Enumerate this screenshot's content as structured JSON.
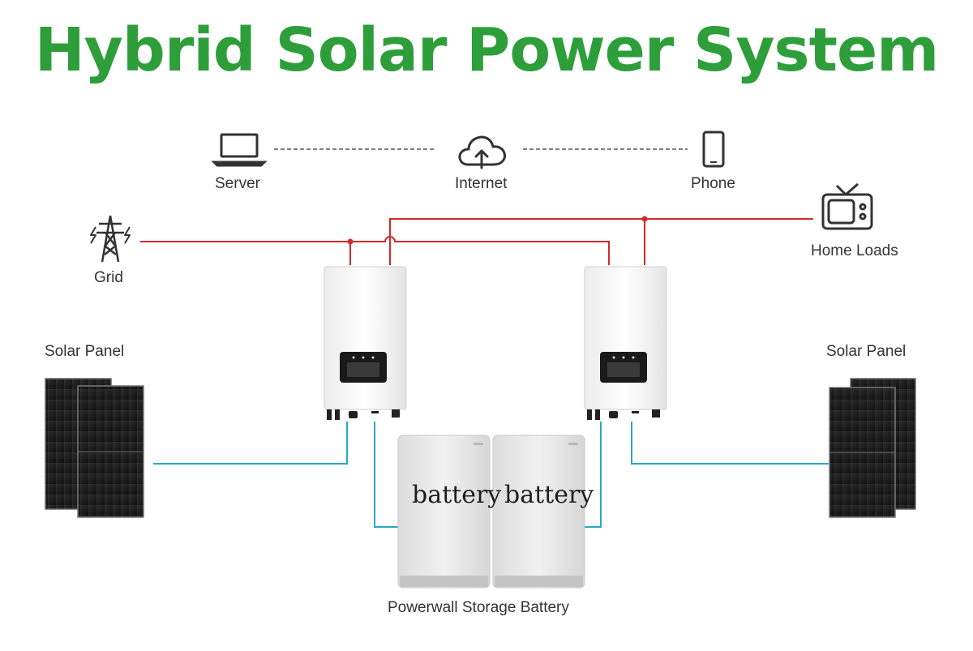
{
  "title": "Hybrid Solar Power System",
  "nodes": {
    "server": "Server",
    "internet": "Internet",
    "phone": "Phone",
    "grid": "Grid",
    "home_loads": "Home Loads",
    "solar_left": "Solar Panel",
    "solar_right": "Solar Panel",
    "battery_caption": "Powerwall Storage Battery",
    "battery_1_text": "battery",
    "battery_2_text": "battery"
  },
  "icons": {
    "server": "laptop-icon",
    "internet": "cloud-upload-icon",
    "phone": "phone-icon",
    "grid": "power-tower-icon",
    "home_loads": "tv-icon"
  },
  "colors": {
    "title": "#2e9e3b",
    "ac_line": "#d12a2a",
    "dc_line": "#2aa7c9",
    "network_line": "#555555"
  }
}
